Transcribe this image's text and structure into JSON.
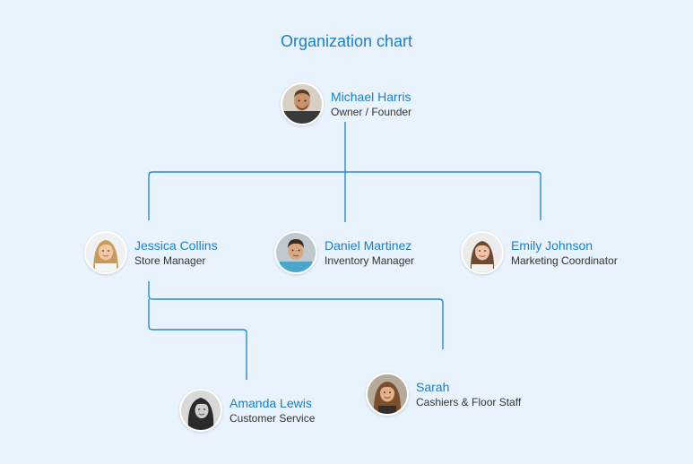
{
  "title": "Organization chart",
  "colors": {
    "background": "#e9f3fd",
    "line": "#2b88c8",
    "name": "#1b7fc4",
    "role": "#333333"
  },
  "nodes": {
    "owner": {
      "name": "Michael Harris",
      "role": "Owner / Founder"
    },
    "store_manager": {
      "name": "Jessica Collins",
      "role": "Store Manager"
    },
    "inventory_manager": {
      "name": "Daniel Martinez",
      "role": "Inventory Manager"
    },
    "marketing_coordinator": {
      "name": "Emily Johnson",
      "role": "Marketing Coordinator"
    },
    "customer_service": {
      "name": "Amanda Lewis",
      "role": "Customer Service"
    },
    "cashiers": {
      "name": "Sarah",
      "role": "Cashiers & Floor Staff"
    }
  }
}
